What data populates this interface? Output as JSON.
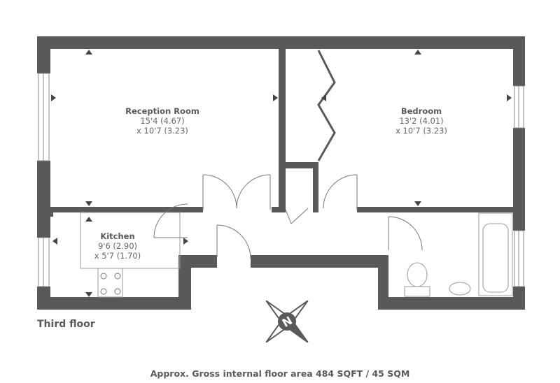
{
  "rooms": [
    {
      "name": "Reception Room",
      "dim1": "15'4 (4.67)",
      "dim2": "x 10'7 (3.23)"
    },
    {
      "name": "Bedroom",
      "dim1": "13'2 (4.01)",
      "dim2": "x 10'7 (3.23)"
    },
    {
      "name": "Kitchen",
      "dim1": "9'6 (2.90)",
      "dim2": "x 5'7 (1.70)"
    }
  ],
  "floor_label": "Third floor",
  "area_text": "Approx. Gross internal floor area 484 SQFT / 45 SQM",
  "compass_letter": "N",
  "colors": {
    "wall": "#59595b",
    "text": "#666666"
  }
}
